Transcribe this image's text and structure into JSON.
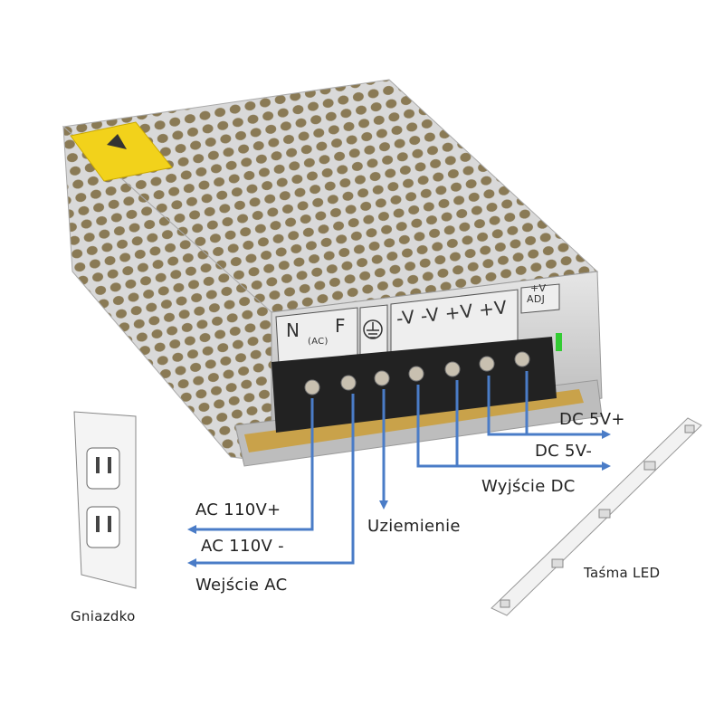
{
  "terminal_panel": {
    "n": "N",
    "f": "F",
    "ac": "(AC)",
    "outputs": "-V -V +V +V",
    "adj_top": "+V",
    "adj_bottom": "ADJ"
  },
  "labels": {
    "ac_plus": "AC 110V+",
    "ac_minus": "AC 110V -",
    "ac_input": "Wejście AC",
    "ground": "Uziemienie",
    "dc_plus": "DC 5V+",
    "dc_minus": "DC 5V-",
    "dc_output": "Wyjście DC",
    "led_strip": "Taśma LED",
    "socket": "Gniazdko"
  },
  "colors": {
    "wire": "#4a7cc7",
    "warning": "#f2d21b"
  }
}
